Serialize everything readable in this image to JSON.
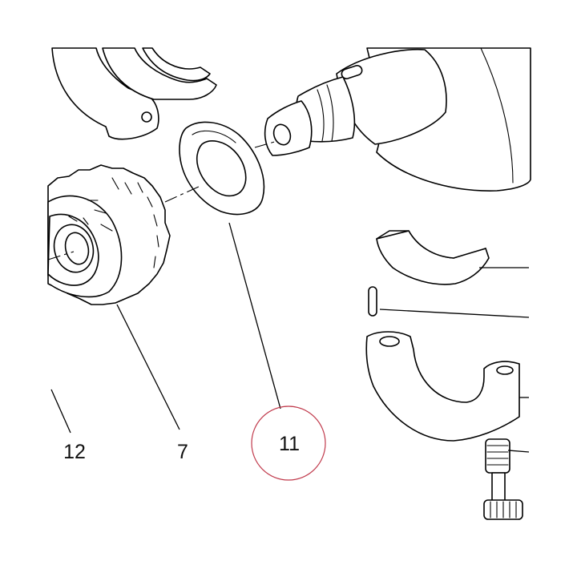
{
  "callouts": {
    "part_12": "12",
    "part_7": "7",
    "part_11": "11"
  },
  "highlighted_callout": "11",
  "colors": {
    "line": "#000000",
    "background": "#ffffff",
    "highlight_ring": "#c0394b"
  }
}
